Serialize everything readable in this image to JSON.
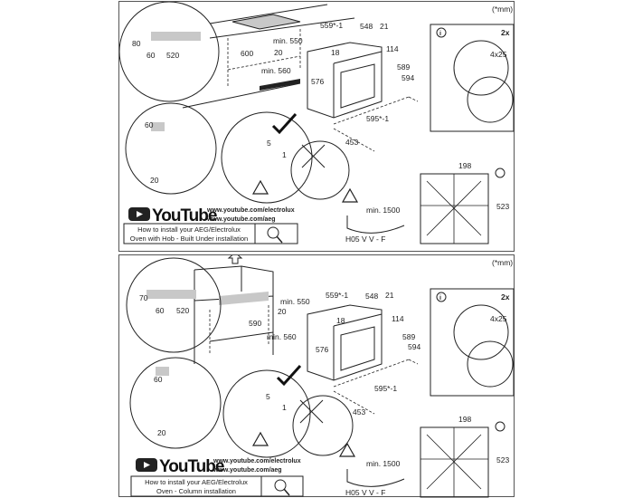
{
  "unit_note": "(*mm)",
  "panels": [
    {
      "id": "built-under",
      "youtube_label": "YouTube",
      "urls": [
        "www.youtube.com/electrolux",
        "www.youtube.com/aeg"
      ],
      "caption": [
        "How to install your AEG/Electrolux",
        "Oven with Hob - Built Under installation"
      ],
      "multiplier": "2x",
      "screw": "4x25",
      "cable_length": "min. 1500",
      "cable_type": "H05 V V - F",
      "dimensions": {
        "top_gap": "80",
        "side_gap": "60",
        "depth_520": "520",
        "cavity_height": "600",
        "min_depth": "min. 550",
        "gap_20": "20",
        "min_width": "min. 560",
        "width_559": "559*-1",
        "depth_548": "548",
        "panel_21": "21",
        "top_18": "18",
        "top_114": "114",
        "height_576": "576",
        "height_589": "589",
        "height_594": "594",
        "width_595": "595*-1",
        "depth_453": "453",
        "detail_60": "60",
        "detail_20": "20",
        "gap_5": "5",
        "gap_1": "1",
        "hob_198": "198",
        "hob_523": "523"
      }
    },
    {
      "id": "column",
      "youtube_label": "YouTube",
      "urls": [
        "www.youtube.com/electrolux",
        "www.youtube.com/aeg"
      ],
      "caption": [
        "How to install your AEG/Electrolux",
        "Oven - Column installation"
      ],
      "multiplier": "2x",
      "screw": "4x25",
      "cable_length": "min. 1500",
      "cable_type": "H05 V V - F",
      "dimensions": {
        "top_gap": "70",
        "side_gap": "60",
        "depth_520": "520",
        "cavity_height": "590",
        "min_depth": "min. 550",
        "gap_20": "20",
        "min_width": "min. 560",
        "width_559": "559*-1",
        "depth_548": "548",
        "panel_21": "21",
        "top_18": "18",
        "top_114": "114",
        "height_576": "576",
        "height_589": "589",
        "height_594": "594",
        "width_595": "595*-1",
        "depth_453": "453",
        "detail_60": "60",
        "detail_20": "20",
        "gap_5": "5",
        "gap_1": "1",
        "hob_198": "198",
        "hob_523": "523"
      }
    }
  ],
  "colors": {
    "line": "#222222",
    "shade": "#c8c8c8",
    "youtube_icon": "#222222"
  }
}
